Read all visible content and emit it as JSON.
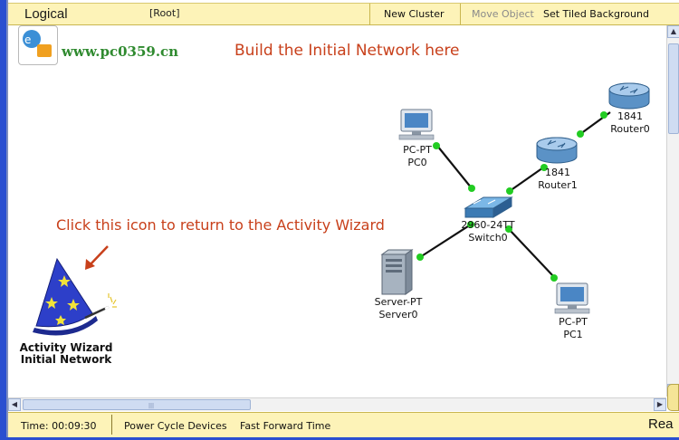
{
  "toolbar": {
    "view_label": "Logical",
    "root_label": "[Root]",
    "new_cluster": "New Cluster",
    "move_object": "Move Object",
    "set_background": "Set Tiled Background"
  },
  "watermark": "www.pc0359.cn",
  "canvas": {
    "heading": "Build the Initial Network here",
    "instruction": "Click this icon to return to the Activity Wizard",
    "wizard_line1": "Activity Wizard",
    "wizard_line2": "Initial Network"
  },
  "devices": {
    "pc0_model": "PC-PT",
    "pc0_name": "PC0",
    "pc1_model": "PC-PT",
    "pc1_name": "PC1",
    "server_model": "Server-PT",
    "server_name": "Server0",
    "switch_model": "2960-24TT",
    "switch_name": "Switch0",
    "router1_model": "1841",
    "router1_name": "Router1",
    "router0_model": "1841",
    "router0_name": "Router0"
  },
  "status": {
    "time": "Time: 00:09:30",
    "power_cycle": "Power Cycle Devices",
    "fast_forward": "Fast Forward Time",
    "realtime": "Rea"
  },
  "colors": {
    "annotation_red": "#c8401b",
    "link_green": "#22cc22",
    "toolbar_yellow": "#fdf3b8",
    "frame_blue": "#2a4fd0"
  }
}
